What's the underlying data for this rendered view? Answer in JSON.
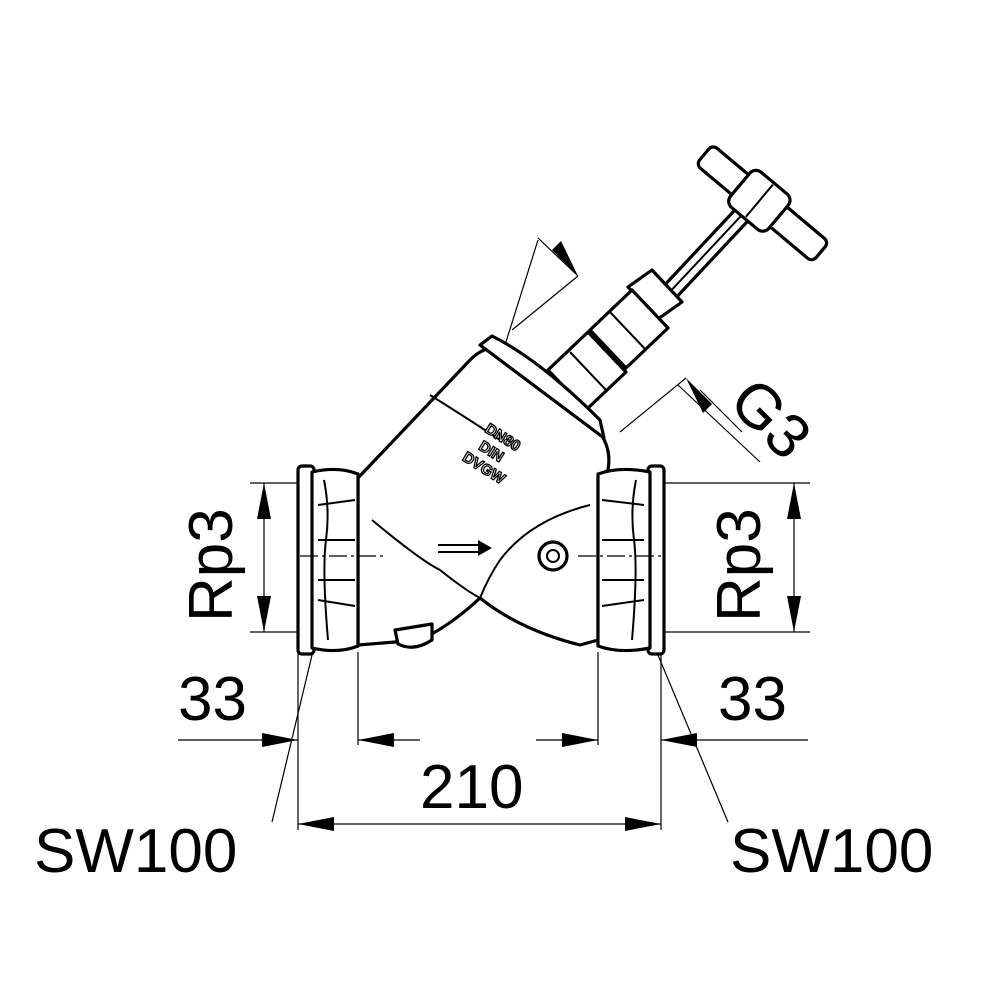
{
  "dimensions": {
    "left_thread": "Rp3",
    "right_thread": "Rp3",
    "left_length": "33",
    "right_length": "33",
    "overall_length": "210",
    "left_wrench": "SW100",
    "right_wrench": "SW100",
    "bonnet_thread": "G3"
  },
  "body_marking": {
    "line1": "DN80",
    "line2": "DIN",
    "line3": "DVGW"
  }
}
